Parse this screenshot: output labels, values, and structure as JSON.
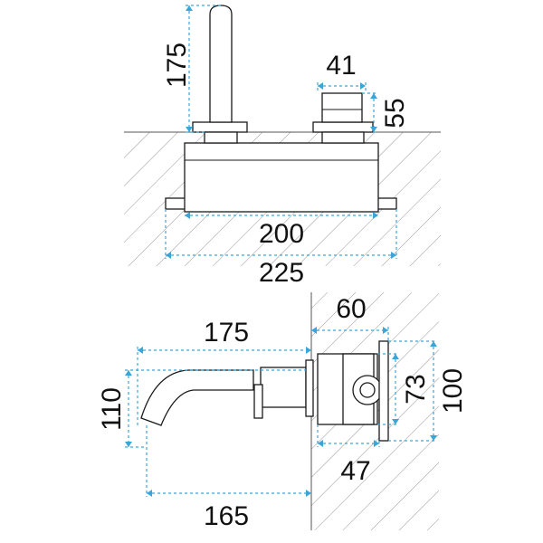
{
  "colors": {
    "dimension_line": "#3aa6d8",
    "outline": "#1a1a1a",
    "hatch": "#9a9a9a",
    "text": "#111111"
  },
  "top_view": {
    "spout_height": "175",
    "handle_width": "41",
    "handle_height": "55",
    "body_width": "200",
    "plate_width": "225"
  },
  "side_view": {
    "body_depth": "60",
    "spout_reach_top": "175",
    "spout_height": "110",
    "plate_height_inner": "73",
    "plate_height_outer": "100",
    "body_depth_lower": "47",
    "spout_reach_bottom": "165"
  }
}
